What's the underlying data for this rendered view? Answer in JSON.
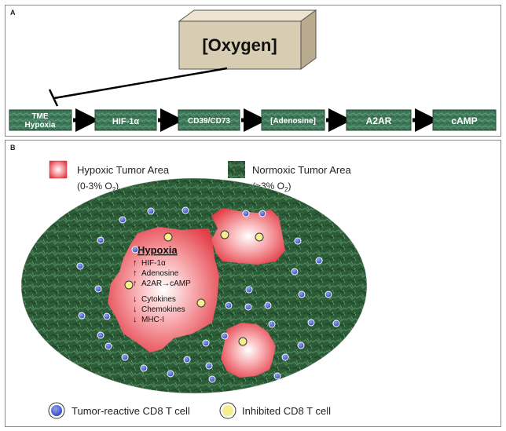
{
  "panel_a": {
    "label": "A",
    "oxygen_box": "[Oxygen]",
    "pathway": [
      "TME Hypoxia",
      "HIF-1α",
      "CD39/CD73",
      "[Adenosine]",
      "A2AR",
      "cAMP"
    ],
    "pathway_first_lines": [
      "TME",
      "Hypoxia"
    ]
  },
  "panel_b": {
    "label": "B",
    "legend_hypoxic_title": "Hypoxic Tumor Area",
    "legend_hypoxic_range": "(0-3% O",
    "legend_normoxic_title": "Normoxic Tumor Area",
    "legend_normoxic_range": "(>3% O",
    "subscript_2": "2",
    "close_paren": ")",
    "hypoxia_heading": "Hypoxia",
    "up_items": [
      "HIF-1α",
      "Adenosine",
      "A2AR→cAMP"
    ],
    "down_items": [
      "Cytokines",
      "Chemokines",
      "MHC-I"
    ],
    "legend_tumor_reactive": "Tumor-reactive CD8 T cell",
    "legend_inhibited": "Inhibited CD8 T cell",
    "colors": {
      "hypoxic": "#e8434b",
      "normoxic": "#2f5e3a",
      "blue_cell": "#3d5bd6",
      "yellow_cell": "#f4ee8f",
      "box_green": "#3f7a5b"
    }
  }
}
